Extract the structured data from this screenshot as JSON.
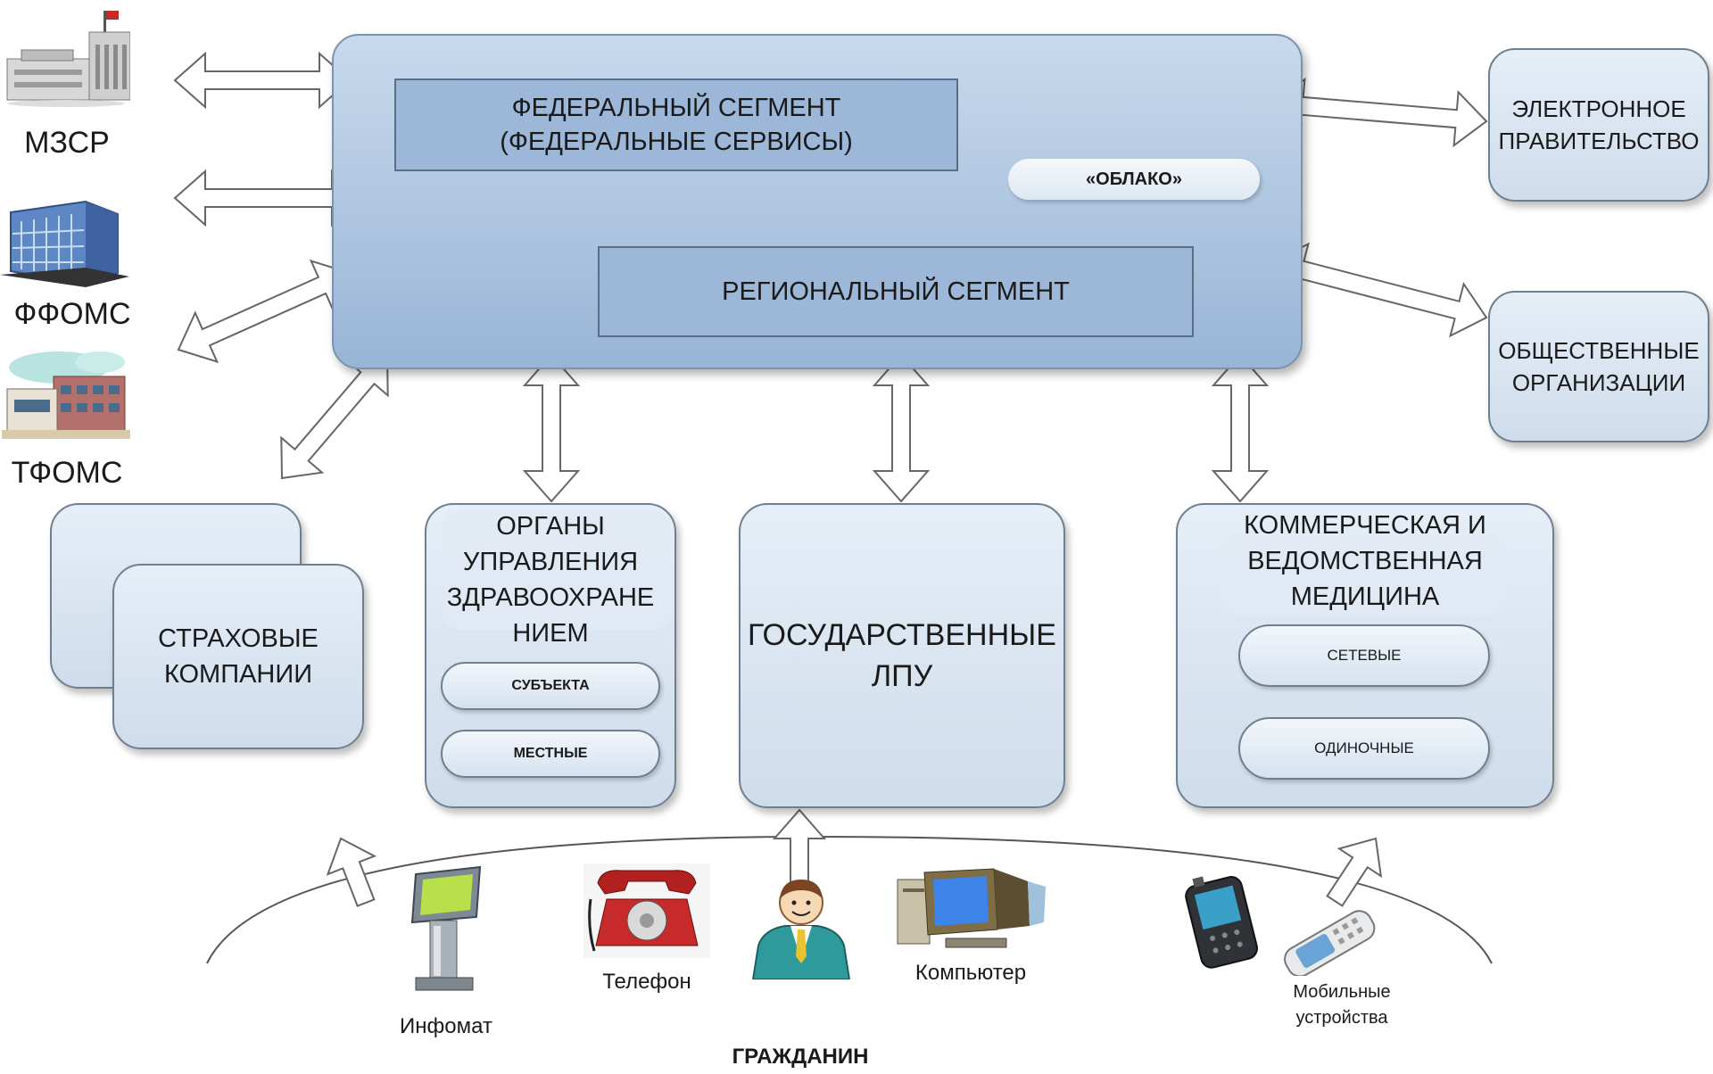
{
  "left_entities": [
    {
      "label": "МЗСР",
      "icon": "ministry-building-icon"
    },
    {
      "label": "ФФОМС",
      "icon": "office-building-icon"
    },
    {
      "label": "ТФОМС",
      "icon": "regional-building-icon"
    }
  ],
  "cloud": {
    "federal_segment": {
      "line1": "ФЕДЕРАЛЬНЫЙ СЕГМЕНТ",
      "line2": "(ФЕДЕРАЛЬНЫЕ СЕРВИСЫ)"
    },
    "cloud_label": "«ОБЛАКО»",
    "regional_segment": "РЕГИОНАЛЬНЫЙ СЕГМЕНТ"
  },
  "right_entities": {
    "e_government": {
      "line1": "ЭЛЕКТРОННОЕ",
      "line2": "ПРАВИТЕЛЬСТВО"
    },
    "public_orgs": {
      "line1": "ОБЩЕСТВЕННЫЕ",
      "line2": "ОРГАНИЗАЦИИ"
    }
  },
  "bottom_boxes": {
    "insurance": {
      "line1": "СТРАХОВЫЕ",
      "line2": "КОМПАНИИ"
    },
    "health_authorities": {
      "lines": [
        "ОРГАНЫ",
        "УПРАВЛЕНИЯ",
        "ЗДРАВООХРАНЕ",
        "НИЕМ"
      ],
      "subject": "СУБЪЕКТА",
      "local": "МЕСТНЫЕ"
    },
    "state_lpu": {
      "line1": "ГОСУДАРСТВЕННЫЕ",
      "line2": "ЛПУ"
    },
    "commercial": {
      "lines": [
        "КОММЕРЧЕСКАЯ И",
        "ВЕДОМСТВЕННАЯ",
        "МЕДИЦИНА"
      ],
      "network": "СЕТЕВЫЕ",
      "single": "ОДИНОЧНЫЕ"
    }
  },
  "access_channels": {
    "infomat": "Инфомат",
    "phone": "Телефон",
    "computer": "Компьютер",
    "mobile": {
      "line1": "Мобильные",
      "line2": "устройства"
    },
    "citizen": "ГРАЖДАНИН"
  }
}
